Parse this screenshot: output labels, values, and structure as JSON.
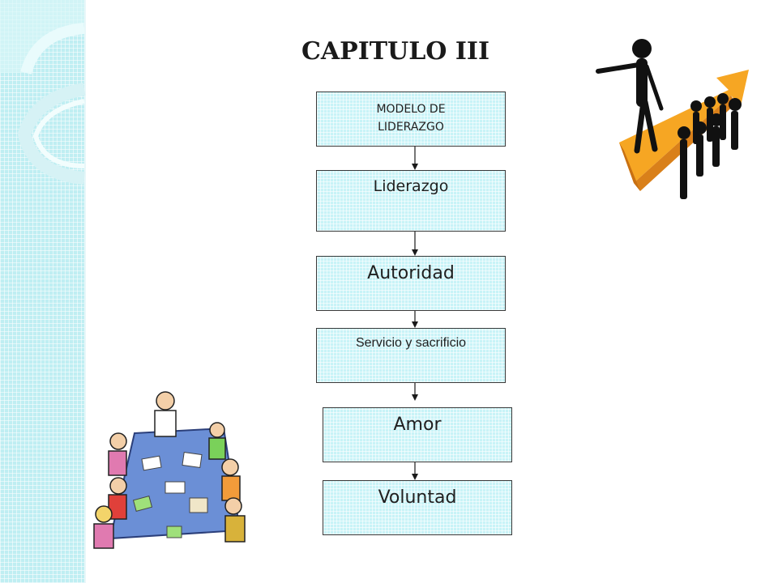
{
  "title": "CAPITULO III",
  "flow": [
    {
      "line1": "MODELO DE",
      "line2": "LIDERAZGO"
    },
    {
      "label": "Liderazgo"
    },
    {
      "label": "Autoridad"
    },
    {
      "label": "Servicio y sacrificio"
    },
    {
      "label": "Amor"
    },
    {
      "label": "Voluntad"
    }
  ],
  "colors": {
    "box_fill": "#c8f3f7",
    "strip": "#bfeef2",
    "arrow_orange": "#f6a623",
    "figure": "#111111"
  },
  "icons": [
    "leaders-following-arrow-illustration",
    "meeting-table-illustration"
  ]
}
